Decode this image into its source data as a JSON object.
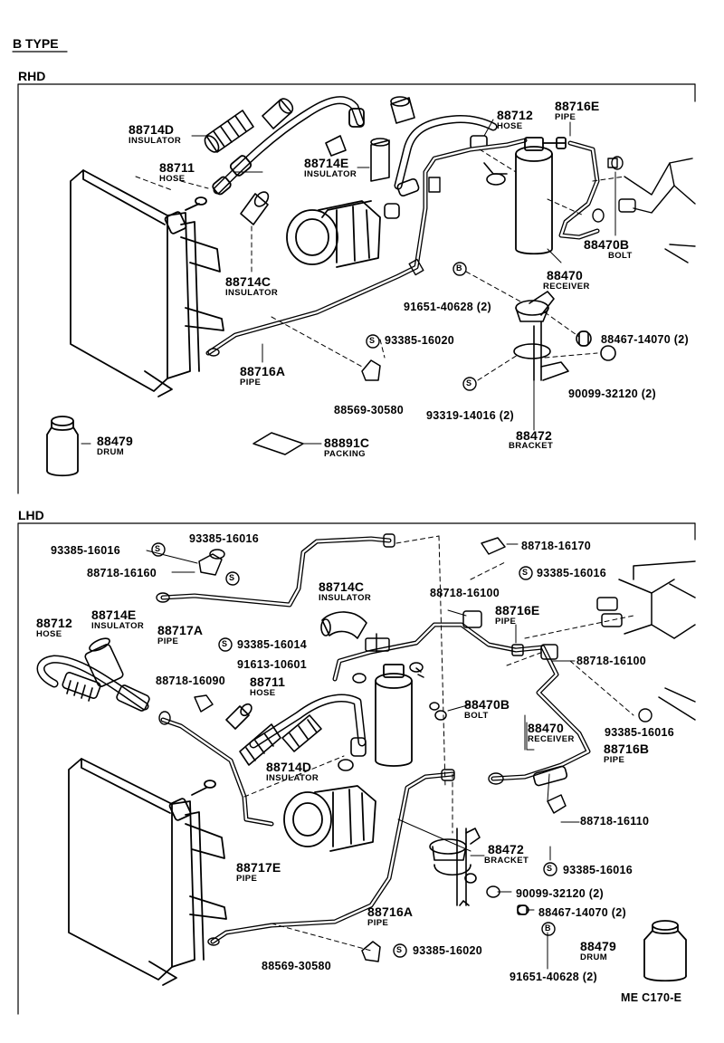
{
  "header": {
    "type_title": "B TYPE",
    "rhd_label": "RHD",
    "lhd_label": "LHD"
  },
  "rhd": {
    "p88714D": {
      "pn": "88714D",
      "name": "INSULATOR"
    },
    "p88711": {
      "pn": "88711",
      "name": "HOSE"
    },
    "p88714E": {
      "pn": "88714E",
      "name": "INSULATOR"
    },
    "p88712": {
      "pn": "88712",
      "name": "HOSE"
    },
    "p88716E": {
      "pn": "88716E",
      "name": "PIPE"
    },
    "p88714C": {
      "pn": "88714C",
      "name": "INSULATOR"
    },
    "p88470B": {
      "pn": "88470B",
      "name": "BOLT"
    },
    "p88470": {
      "pn": "88470",
      "name": "RECEIVER"
    },
    "b_marker": "B",
    "p91651": "91651-40628 (2)",
    "s_marker": "S",
    "p93385_16020": "93385-16020",
    "p88467": "88467-14070 (2)",
    "p88716A": {
      "pn": "88716A",
      "name": "PIPE"
    },
    "p88569": "88569-30580",
    "p90099": "90099-32120 (2)",
    "p93319": "93319-14016 (2)",
    "p88472": {
      "pn": "88472",
      "name": "BRACKET"
    },
    "p88479": {
      "pn": "88479",
      "name": "DRUM"
    },
    "p88891C": {
      "pn": "88891C",
      "name": "PACKING"
    }
  },
  "lhd": {
    "p93385_16016_a": "93385-16016",
    "p93385_16016_b": "93385-16016",
    "p88718_16160": "88718-16160",
    "p88718_16170": "88718-16170",
    "p93385_16016_c": "93385-16016",
    "p88714C": {
      "pn": "88714C",
      "name": "INSULATOR"
    },
    "p88718_16100_a": "88718-16100",
    "p88716E": {
      "pn": "88716E",
      "name": "PIPE"
    },
    "p88712": {
      "pn": "88712",
      "name": "HOSE"
    },
    "p88714E": {
      "pn": "88714E",
      "name": "INSULATOR"
    },
    "p88717A": {
      "pn": "88717A",
      "name": "PIPE"
    },
    "p93385_16014": "93385-16014",
    "p91613": "91613-10601",
    "p88718_16100_b": "88718-16100",
    "p88718_16090": "88718-16090",
    "p88711": {
      "pn": "88711",
      "name": "HOSE"
    },
    "p88470B": {
      "pn": "88470B",
      "name": "BOLT"
    },
    "p93385_16016_d": "93385-16016",
    "p88470": {
      "pn": "88470",
      "name": "RECEIVER"
    },
    "p88716B": {
      "pn": "88716B",
      "name": "PIPE"
    },
    "p88714D": {
      "pn": "88714D",
      "name": "INSULATOR"
    },
    "p88718_16110": "88718-16110",
    "p88472": {
      "pn": "88472",
      "name": "BRACKET"
    },
    "p88717E": {
      "pn": "88717E",
      "name": "PIPE"
    },
    "p93385_16016_e": "93385-16016",
    "p90099": "90099-32120 (2)",
    "p88716A": {
      "pn": "88716A",
      "name": "PIPE"
    },
    "p88467": "88467-14070 (2)",
    "p88569": "88569-30580",
    "p93385_16020": "93385-16020",
    "p88479": {
      "pn": "88479",
      "name": "DRUM"
    },
    "p91651": "91651-40628 (2)"
  },
  "footer": {
    "figure_code": "ME C170-E"
  }
}
